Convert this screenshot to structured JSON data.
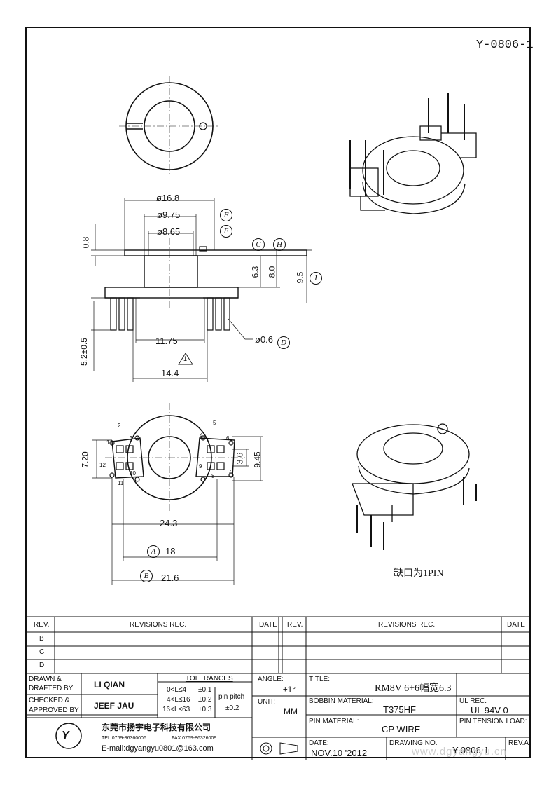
{
  "drawing_id": "Y-0806-1",
  "dims": {
    "d168": "ø16.8",
    "d975": "ø9.75",
    "d865": "ø8.65",
    "d08": "0.8",
    "d63": "6.3",
    "d80": "8.0",
    "d95": "9.5",
    "d52": "5.2±0.5",
    "d1175": "11.75",
    "d06": "ø0.6",
    "d144": "14.4",
    "d720": "7.20",
    "d36": "3.6",
    "d945": "9.45",
    "d243": "24.3",
    "d18": "18",
    "d216": "21.6"
  },
  "callouts": {
    "F": "F",
    "E": "E",
    "C": "C",
    "H": "H",
    "I": "I",
    "D": "D",
    "A": "A",
    "B": "B",
    "tri": "1"
  },
  "pins": [
    "1",
    "2",
    "3",
    "4",
    "5",
    "6",
    "7",
    "8",
    "9",
    "10",
    "11",
    "12"
  ],
  "note": "缺口为1PIN",
  "revisions": {
    "left": {
      "rev_header": "REV.",
      "rec_header": "REVISIONS   REC.",
      "date_header": "DATE",
      "rows": [
        "B",
        "C",
        "D"
      ]
    },
    "right": {
      "rev_header": "REV.",
      "rec_header": "REVISIONS   REC.",
      "date_header": "DATE"
    }
  },
  "title_block": {
    "drawn_label_1": "DRAWN  &",
    "drawn_label_2": "DRAFTED  BY",
    "drawn_by": "LI QIAN",
    "checked_label_1": "CHECKED  &",
    "checked_label_2": "APPROVED  BY",
    "checked_by": "JEEF JAU",
    "tolerances_label": "TOLERANCES",
    "tol_rows": [
      [
        "0<L≤4",
        "±0.1"
      ],
      [
        "4<L≤16",
        "±0.2"
      ],
      [
        "16<L≤63",
        "±0.3"
      ]
    ],
    "pin_pitch_label": "pin  pitch",
    "pin_pitch": "±0.2",
    "angle_label": "ANGLE:",
    "angle": "±1°",
    "unit_label": "UNIT:",
    "unit": "MM",
    "title_label": "TITLE:",
    "title": "RM8V 6+6幅宽6.3",
    "bobbin_label": "BOBBIN  MATERIAL:",
    "bobbin": "T375HF",
    "ul_label": "UL  REC.",
    "ul": "UL  94V-0",
    "pin_mat_label": "PIN  MATERIAL:",
    "pin_mat": "CP  WIRE",
    "pin_tension_label": "PIN  TENSION  LOAD:",
    "date_label": "DATE:",
    "date": "NOV.10  '2012",
    "drawing_no_label": "DRAWING  NO.",
    "drawing_no": "Y-0806-1",
    "rev_label": "REV.A",
    "company": "东莞市扬宇电子科技有限公司",
    "tel": "TEL:0769-86360006",
    "fax": "FAX:0769-86326009",
    "email": "E-mail:dgyangyu0801@163.com",
    "watermark": "www.dgyangyu.cn"
  }
}
